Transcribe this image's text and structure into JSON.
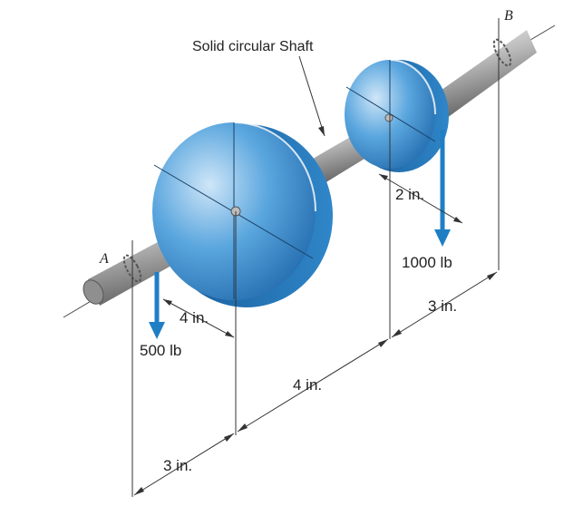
{
  "diagram": {
    "title": "Solid circular Shaft",
    "bearing_a_label": "A",
    "bearing_b_label": "B",
    "radius_small_gear": "2 in.",
    "radius_large_gear": "4 in.",
    "force_small_gear": "1000 lb",
    "force_large_gear": "500 lb",
    "dim_a_to_large": "3 in.",
    "dim_large_to_small": "4 in.",
    "dim_small_to_b": "3 in.",
    "colors": {
      "gear_blue": "#2f86c8",
      "arrow_blue": "#1f7fc4",
      "shaft_gray": "#a8a8a8",
      "line": "#333333"
    }
  }
}
